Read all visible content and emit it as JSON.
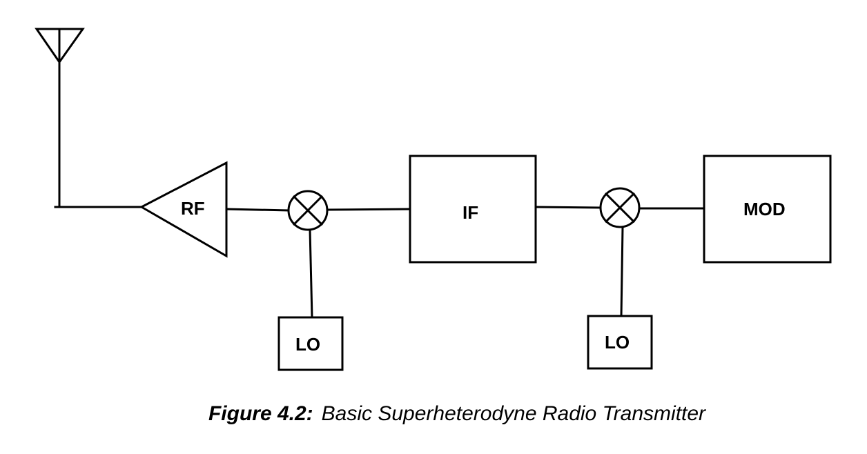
{
  "diagram": {
    "blocks": {
      "rf": "RF",
      "if": "IF",
      "mod": "MOD",
      "lo_1": "LO",
      "lo_2": "LO"
    }
  },
  "caption": {
    "number": "Figure 4.2:",
    "text": "Basic Superheterodyne Radio Transmitter"
  }
}
